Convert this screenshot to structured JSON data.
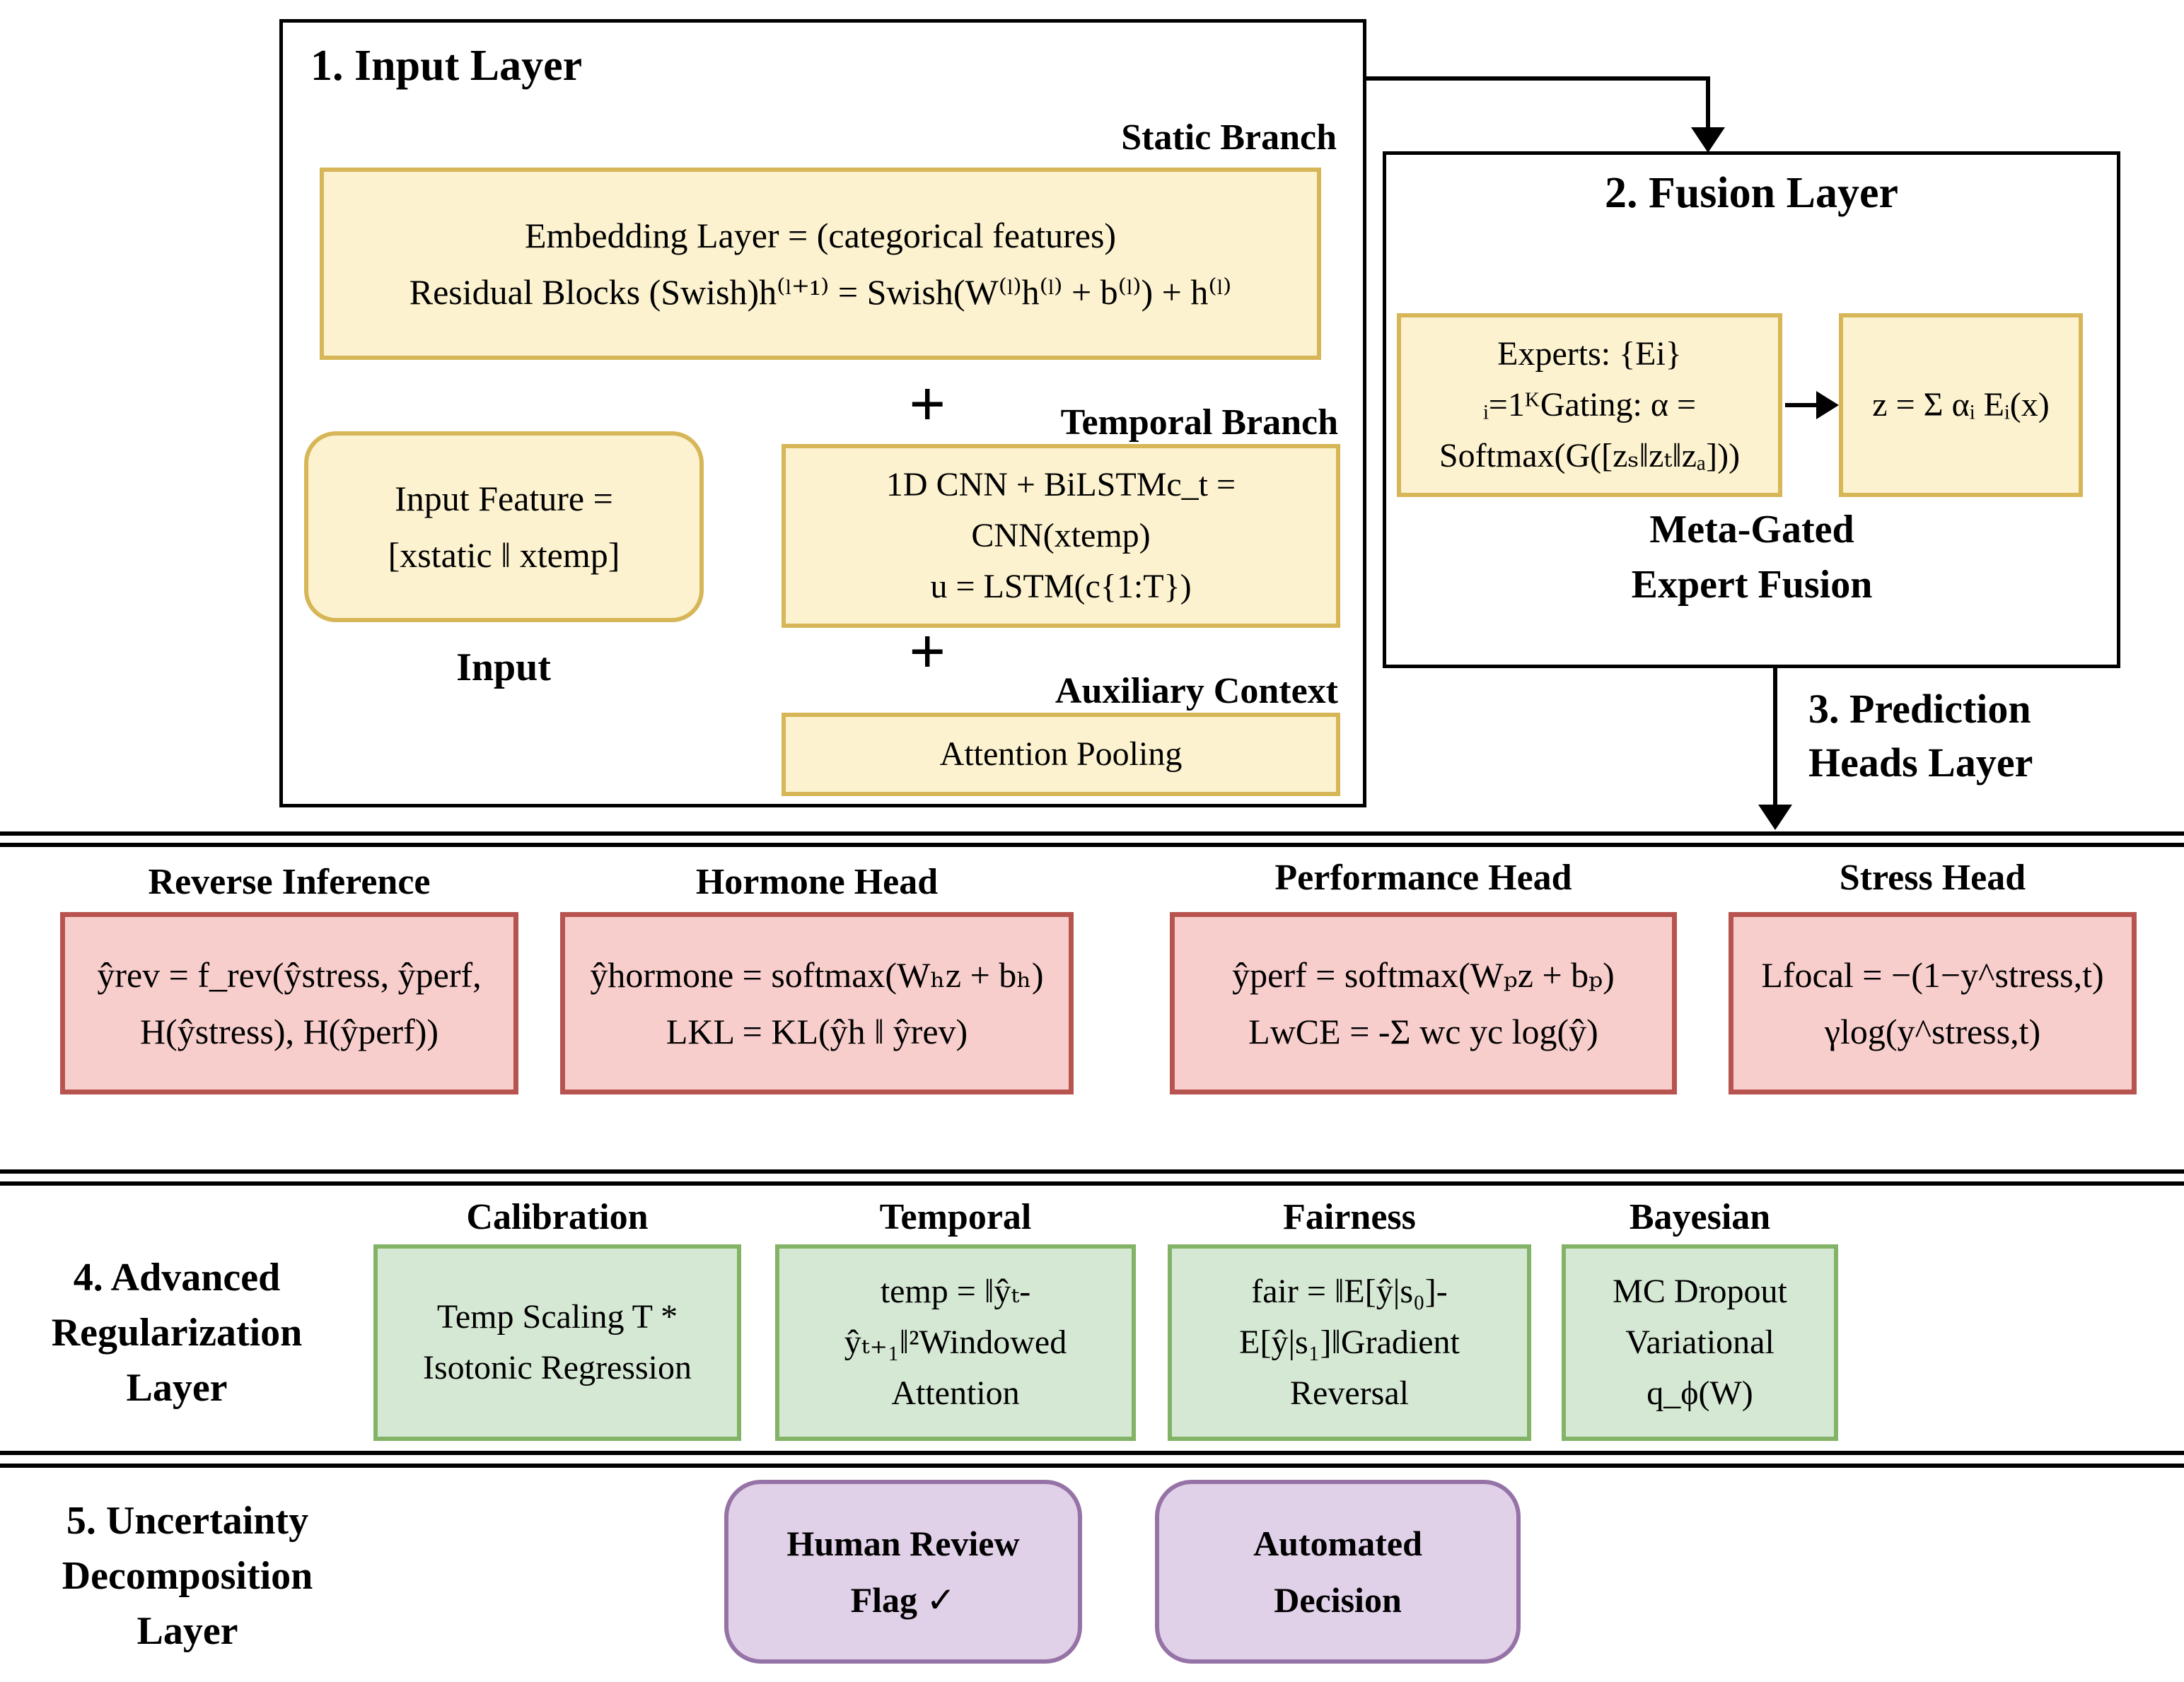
{
  "palette": {
    "yellow_fill": "#FCF2CF",
    "yellow_border": "#D6B656",
    "red_fill": "#F8CECC",
    "red_border": "#B85450",
    "green_fill": "#D5E8D4",
    "green_border": "#82B366",
    "purple_fill": "#E0D0E8",
    "purple_border": "#9673A6",
    "line_color": "#000000"
  },
  "input_layer": {
    "title": "1. Input Layer",
    "static_branch_label": "Static Branch",
    "static_box": {
      "line1": "Embedding Layer = (categorical features)",
      "line2": "Residual Blocks (Swish)h⁽ˡ⁺¹⁾ = Swish(W⁽ˡ⁾h⁽ˡ⁾ + b⁽ˡ⁾) + h⁽ˡ⁾"
    },
    "plus1": "+",
    "temporal_branch_label": "Temporal Branch",
    "input_feature_box": {
      "line1": "Input Feature =",
      "line2": "[xstatic ‖ xtemp]"
    },
    "input_label": "Input",
    "temporal_box": {
      "line1": "1D CNN + BiLSTMc_t =",
      "line2": "CNN(xtemp)",
      "line3": "u = LSTM(c{1:T})"
    },
    "plus2": "+",
    "auxiliary_label": "Auxiliary Context",
    "aux_box": {
      "line1": "Attention Pooling"
    }
  },
  "fusion_layer": {
    "title": "2. Fusion Layer",
    "experts_box": {
      "line1": "Experts: {Ei}",
      "line2": "ᵢ=1ᴷGating: α =",
      "line3": "Softmax(G([zₛ‖zₜ‖zₐ]))"
    },
    "z_box": {
      "line1": "z = Σ αᵢ Eᵢ(x)"
    },
    "caption_line1": "Meta-Gated",
    "caption_line2": "Expert Fusion"
  },
  "prediction_heads": {
    "pointer_label_line1": "3. Prediction",
    "pointer_label_line2": "Heads Layer",
    "heads": [
      {
        "title": "Reverse Inference",
        "line1": "ŷrev = f_rev(ŷstress, ŷperf,",
        "line2": "H(ŷstress), H(ŷperf))"
      },
      {
        "title": "Hormone Head",
        "line1": "ŷhormone = softmax(Wₕz + bₕ)",
        "line2": "LKL = KL(ŷh ‖ ŷrev)"
      },
      {
        "title": "Performance Head",
        "line1": "ŷperf = softmax(Wₚz + bₚ)",
        "line2": "LwCE = -Σ wc yc log(ŷ)"
      },
      {
        "title": "Stress Head",
        "line1": "Lfocal = −(1−y^stress,t)",
        "line2": "γlog(y^stress,t)"
      }
    ]
  },
  "regularization_layer": {
    "label_line1": "4. Advanced",
    "label_line2": "Regularization",
    "label_line3": "Layer",
    "cells": [
      {
        "title": "Calibration",
        "lines": [
          "Temp Scaling T *",
          "Isotonic Regression"
        ]
      },
      {
        "title": "Temporal",
        "lines": [
          "temp = ‖ŷₜ-",
          "ŷₜ₊₁‖²Windowed",
          "Attention"
        ]
      },
      {
        "title": "Fairness",
        "lines": [
          "fair = ‖E[ŷ|s₀]-",
          "E[ŷ|s₁]‖Gradient",
          "Reversal"
        ]
      },
      {
        "title": "Bayesian",
        "lines": [
          "MC Dropout",
          "Variational",
          "q_ϕ(W)"
        ]
      }
    ]
  },
  "uncertainty_layer": {
    "label_line1": "5. Uncertainty",
    "label_line2": "Decomposition",
    "label_line3": "Layer",
    "boxes": [
      {
        "line1": "Human Review",
        "line2": "Flag ✓"
      },
      {
        "line1": "Automated",
        "line2": "Decision"
      }
    ]
  }
}
